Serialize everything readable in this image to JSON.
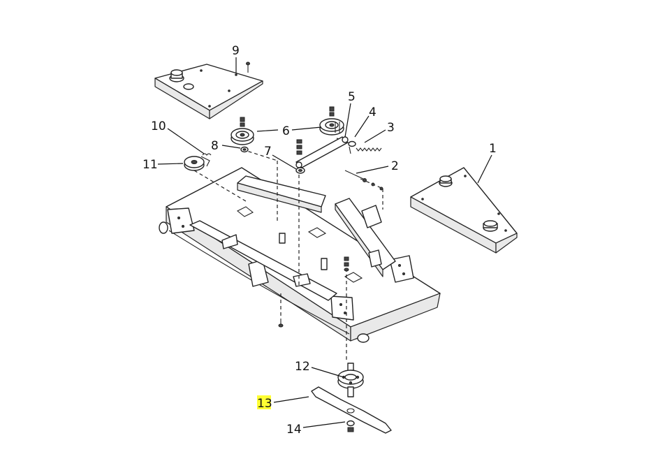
{
  "callouts": [
    {
      "id": "1",
      "label": "1"
    },
    {
      "id": "2",
      "label": "2"
    },
    {
      "id": "3",
      "label": "3"
    },
    {
      "id": "4",
      "label": "4"
    },
    {
      "id": "5",
      "label": "5"
    },
    {
      "id": "6",
      "label": "6"
    },
    {
      "id": "7",
      "label": "7"
    },
    {
      "id": "8",
      "label": "8"
    },
    {
      "id": "9",
      "label": "9"
    },
    {
      "id": "10",
      "label": "10"
    },
    {
      "id": "11",
      "label": "11"
    },
    {
      "id": "12",
      "label": "12"
    },
    {
      "id": "13",
      "label": "13",
      "highlighted": true
    },
    {
      "id": "14",
      "label": "14"
    }
  ],
  "colors": {
    "highlight": "#ffff33",
    "line": "#222222",
    "background": "#ffffff"
  }
}
